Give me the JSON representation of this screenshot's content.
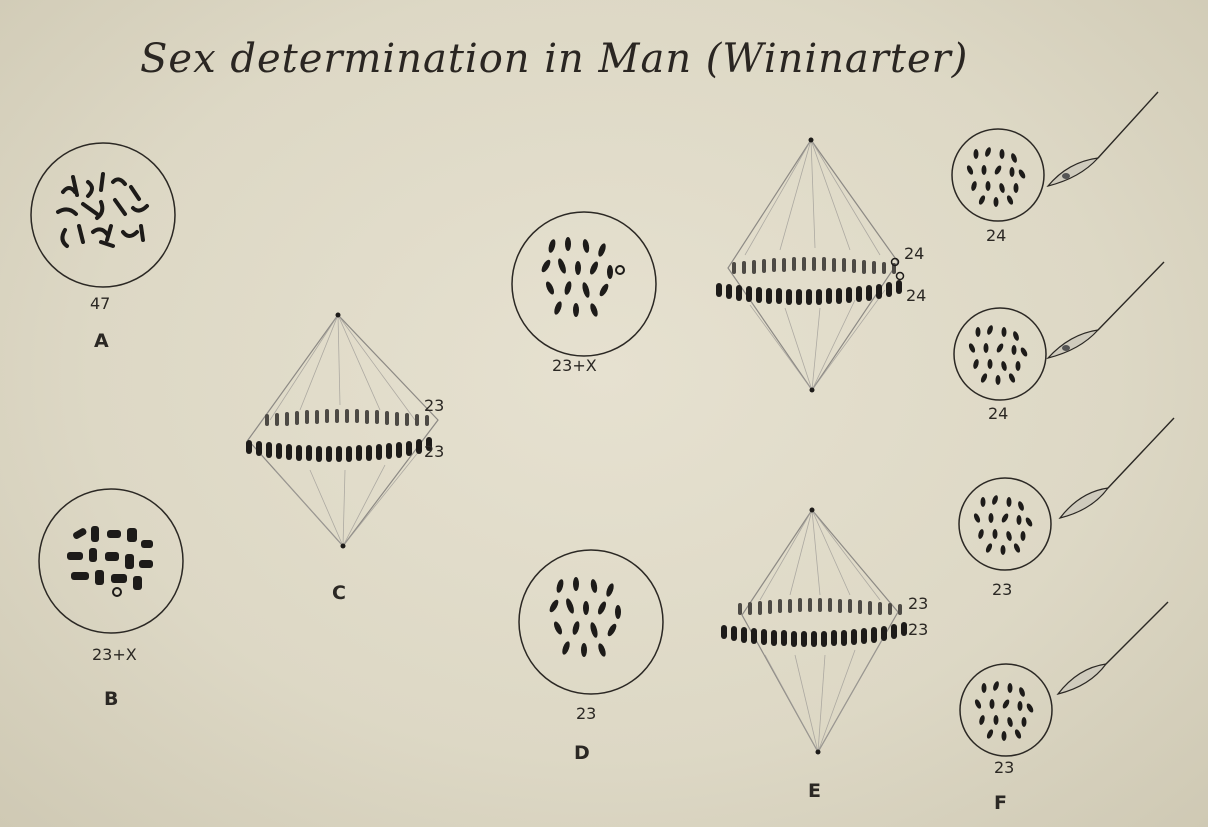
{
  "title": "Sex determination in Man (Wininarter)",
  "cells": {
    "A": {
      "letter": "A",
      "count": "47"
    },
    "B": {
      "letter": "B",
      "count": "23+X"
    },
    "C": {
      "letter": "C",
      "count_top": "23",
      "count_bottom": "23"
    },
    "D": {
      "upper_count": "23+X",
      "lower_count": "23",
      "letter": "D"
    },
    "E": {
      "upper_top": "24",
      "upper_bottom": "24",
      "lower_top": "23",
      "lower_bottom": "23",
      "letter": "E"
    },
    "F": {
      "s1": "24",
      "s2": "24",
      "s3": "23",
      "s4": "23",
      "letter": "F"
    }
  },
  "colors": {
    "paper": "#ddd8c5",
    "ink": "#1d1b19",
    "spindle": "#8d8a85"
  }
}
